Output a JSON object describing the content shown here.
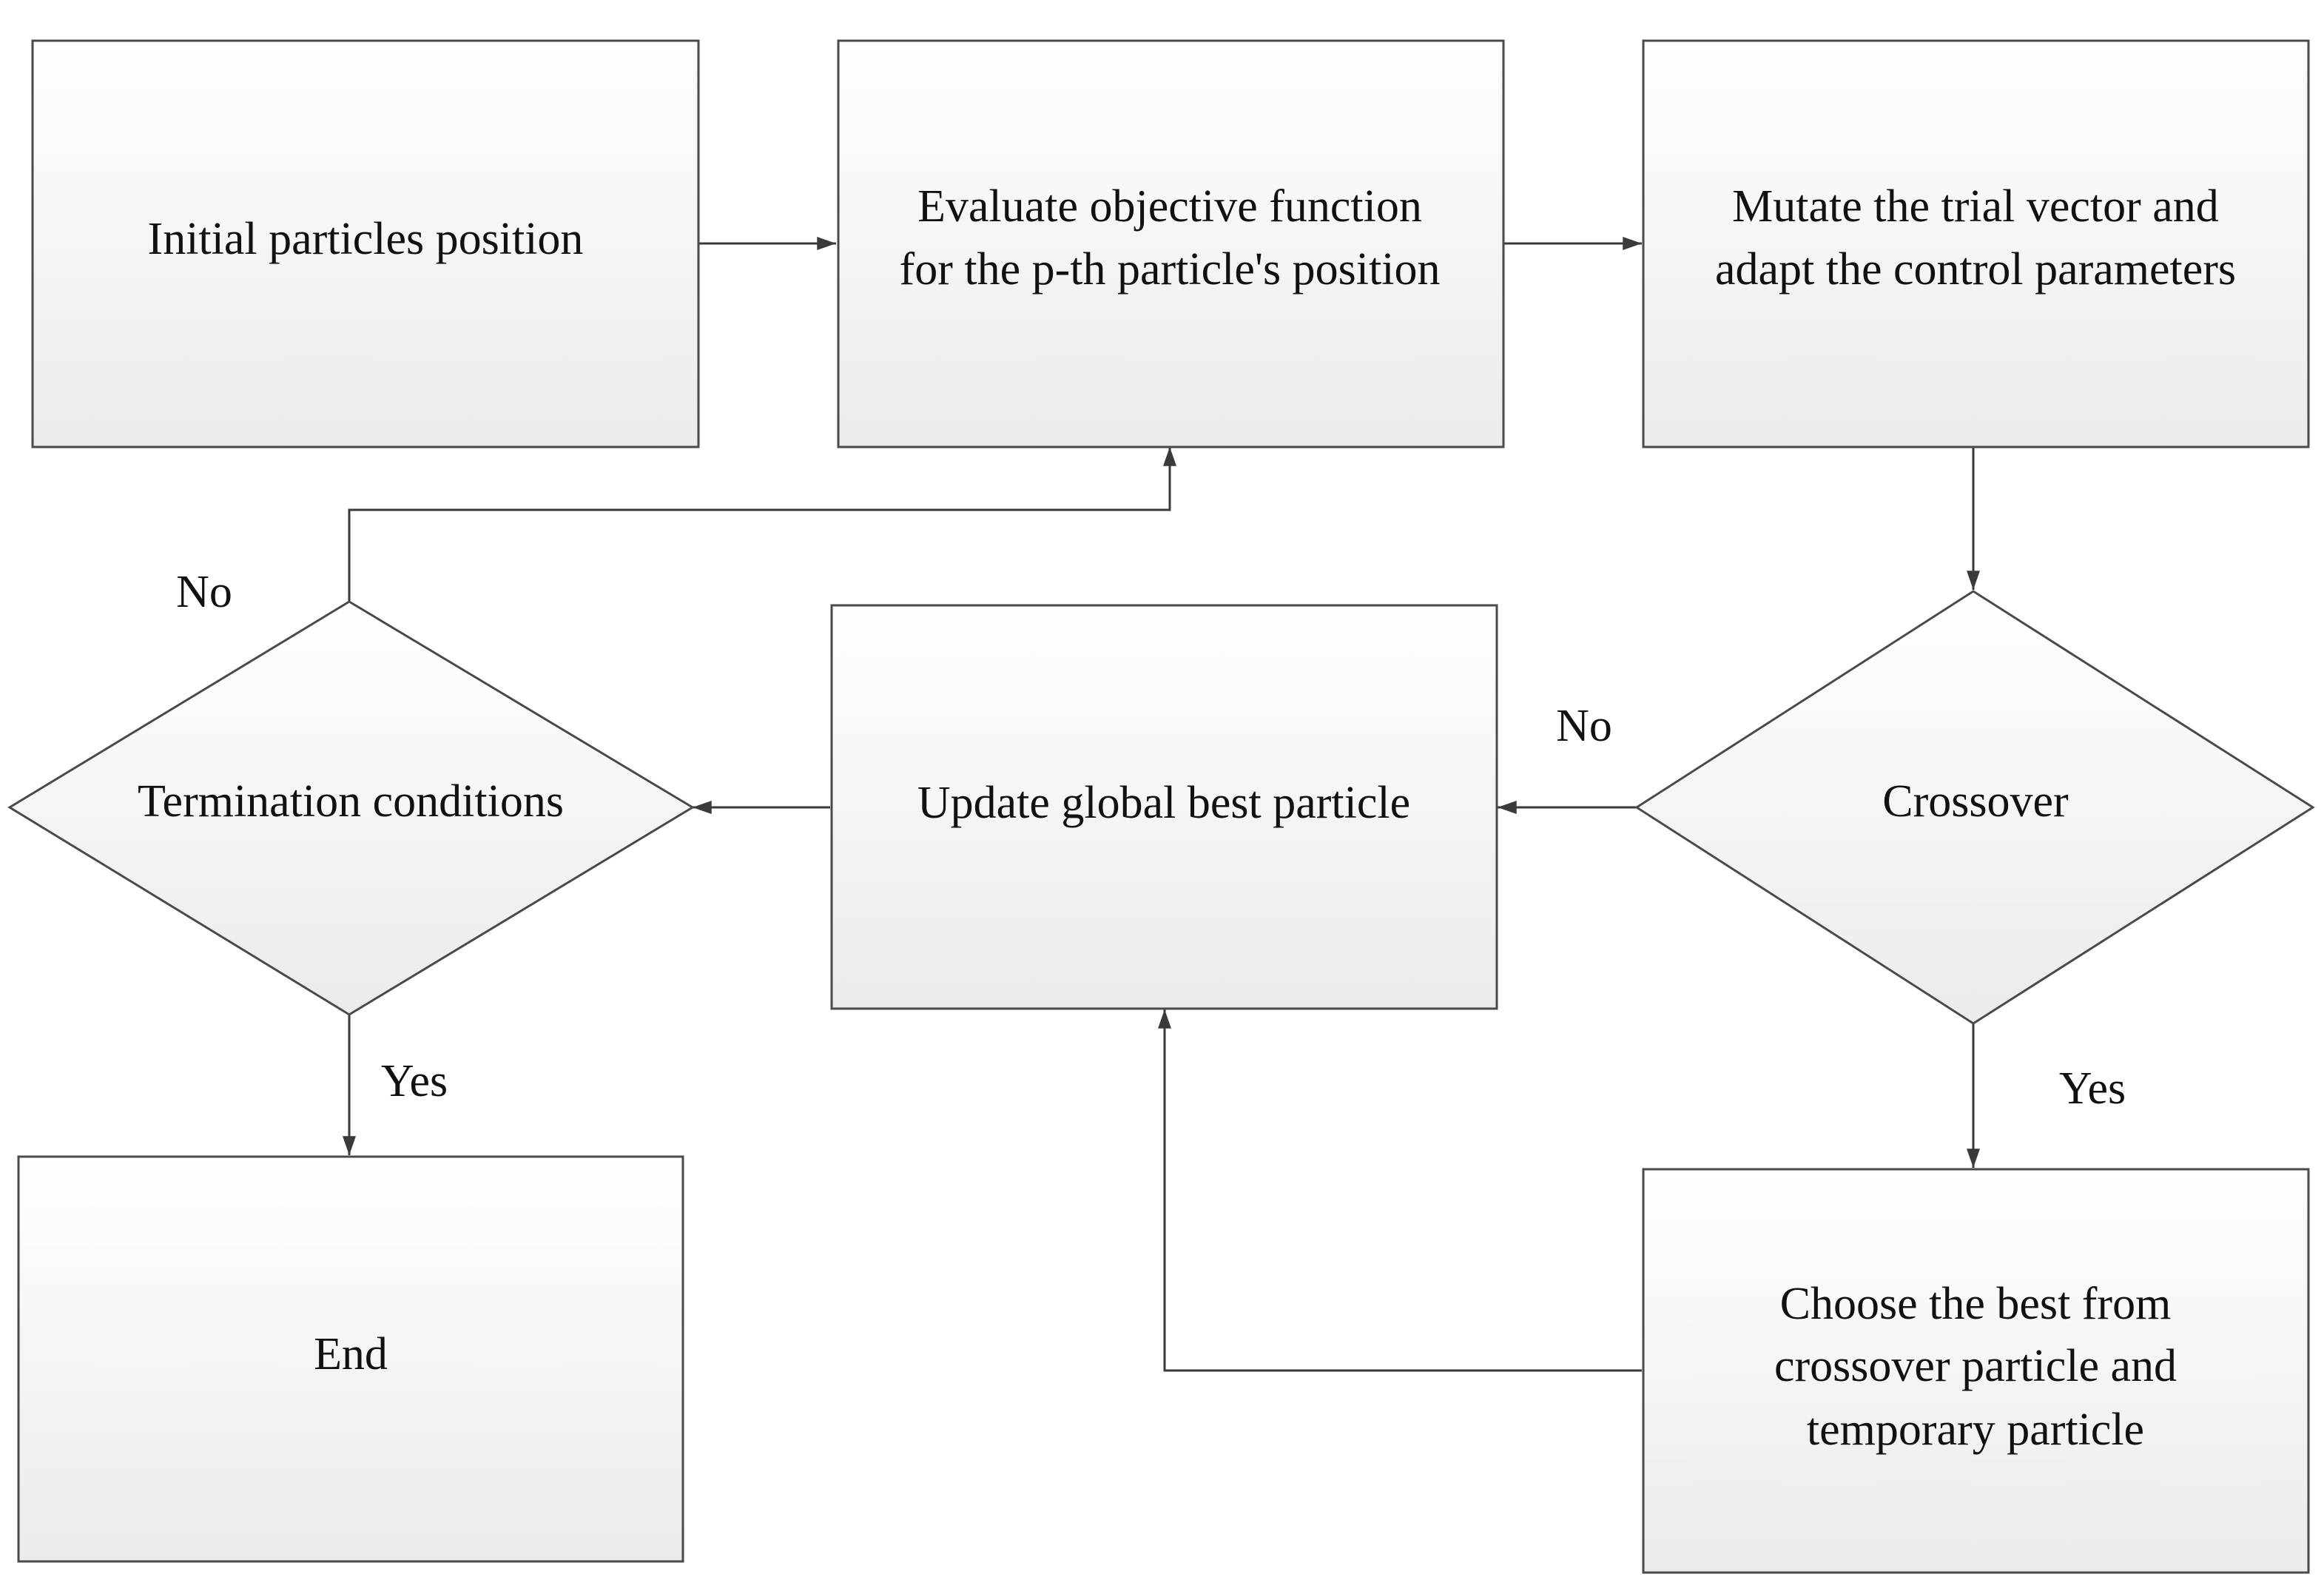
{
  "nodes": {
    "initial": {
      "lines": [
        "Initial particles position"
      ]
    },
    "evaluate": {
      "lines": [
        "Evaluate objective function",
        "for the p-th particle's position"
      ]
    },
    "mutate": {
      "lines": [
        "Mutate the trial vector and",
        "adapt the control parameters"
      ]
    },
    "crossover": {
      "lines": [
        "Crossover"
      ]
    },
    "update": {
      "lines": [
        "Update global best particle"
      ]
    },
    "termination": {
      "lines": [
        "Termination conditions"
      ]
    },
    "choose": {
      "lines": [
        "Choose the best from",
        "crossover particle and",
        "temporary particle"
      ]
    },
    "end": {
      "lines": [
        "End"
      ]
    }
  },
  "edge_labels": {
    "termination_no": "No",
    "termination_yes": "Yes",
    "crossover_no": "No",
    "crossover_yes": "Yes"
  },
  "colors": {
    "box_fill_top": "#ffffff",
    "box_fill_bottom": "#ececec",
    "stroke": "#4a4a4a",
    "arrow": "#3a3a3a"
  }
}
